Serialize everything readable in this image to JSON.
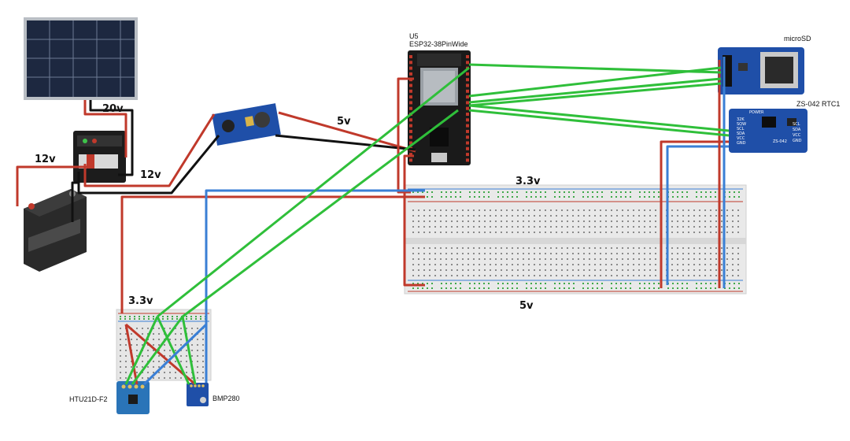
{
  "labels": {
    "solar_voltage": "20v",
    "battery_voltage": "12v",
    "controller_out_voltage": "12v",
    "buck_out_voltage": "5v",
    "breadboard_top_rail": "3.3v",
    "breadboard_bottom_rail": "5v",
    "small_breadboard_rail": "3.3v"
  },
  "components": {
    "esp32_ref": "U5",
    "esp32_name": "ESP32-38PinWide",
    "microsd_name": "microSD",
    "rtc_name": "ZS-042 RTC1",
    "rtc_chip_label": "ZS-042",
    "rtc_pins": [
      "32K",
      "SQW",
      "SCL",
      "SDA",
      "VCC",
      "GND"
    ],
    "rtc_right_pins": [
      "SCL",
      "SDA",
      "VCC",
      "GND"
    ],
    "rtc_power_label": "POWER",
    "htu_name": "HTU21D-F2",
    "bmp_name": "BMP280"
  },
  "colors": {
    "wire_red": "#c0392b",
    "wire_black": "#111111",
    "wire_green": "#2fbf3a",
    "wire_blue": "#3a7fd5",
    "module_blue": "#1f4fa8",
    "breadboard": "#e9e9e9"
  }
}
